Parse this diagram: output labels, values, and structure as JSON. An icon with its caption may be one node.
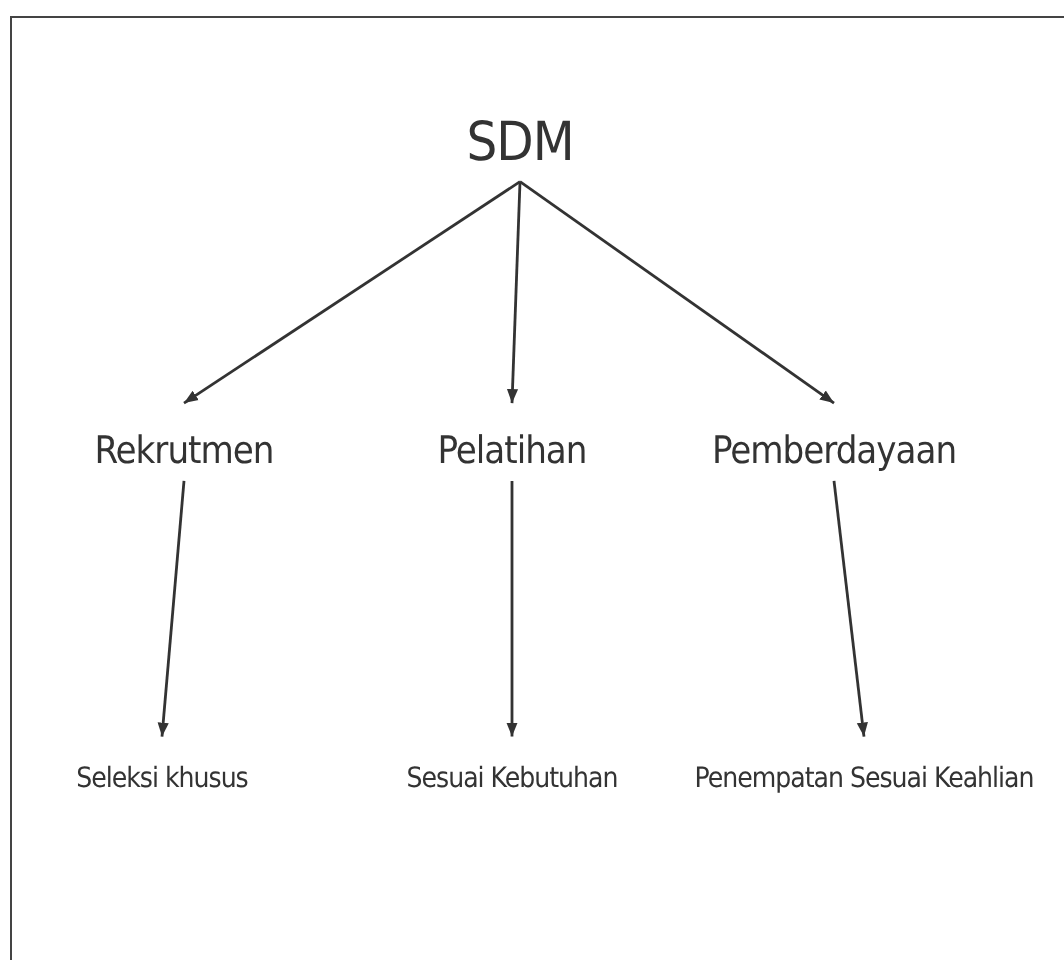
{
  "diagram": {
    "nodes": [
      {
        "text": [
          "SDM"
        ]
      },
      {
        "text": [
          "Rekrutmen"
        ]
      },
      {
        "text": [
          "Pelatihan"
        ]
      },
      {
        "text": [
          "Pemberdayaan"
        ]
      },
      {
        "text": [
          "Seleksi khusus"
        ]
      },
      {
        "text": [
          "Sesuai Kebutuhan"
        ]
      },
      {
        "text": [
          "Penempatan Sesuai Keahlian"
        ]
      }
    ],
    "edges": [
      {
        "from": 0,
        "to": 1,
        "arrow": "to"
      },
      {
        "from": 0,
        "to": 2,
        "arrow": "to"
      },
      {
        "from": 0,
        "to": 3,
        "arrow": "to"
      },
      {
        "from": 1,
        "to": 4,
        "arrow": "to"
      },
      {
        "from": 2,
        "to": 5,
        "arrow": "to"
      },
      {
        "from": 3,
        "to": 6,
        "arrow": "to"
      }
    ]
  }
}
